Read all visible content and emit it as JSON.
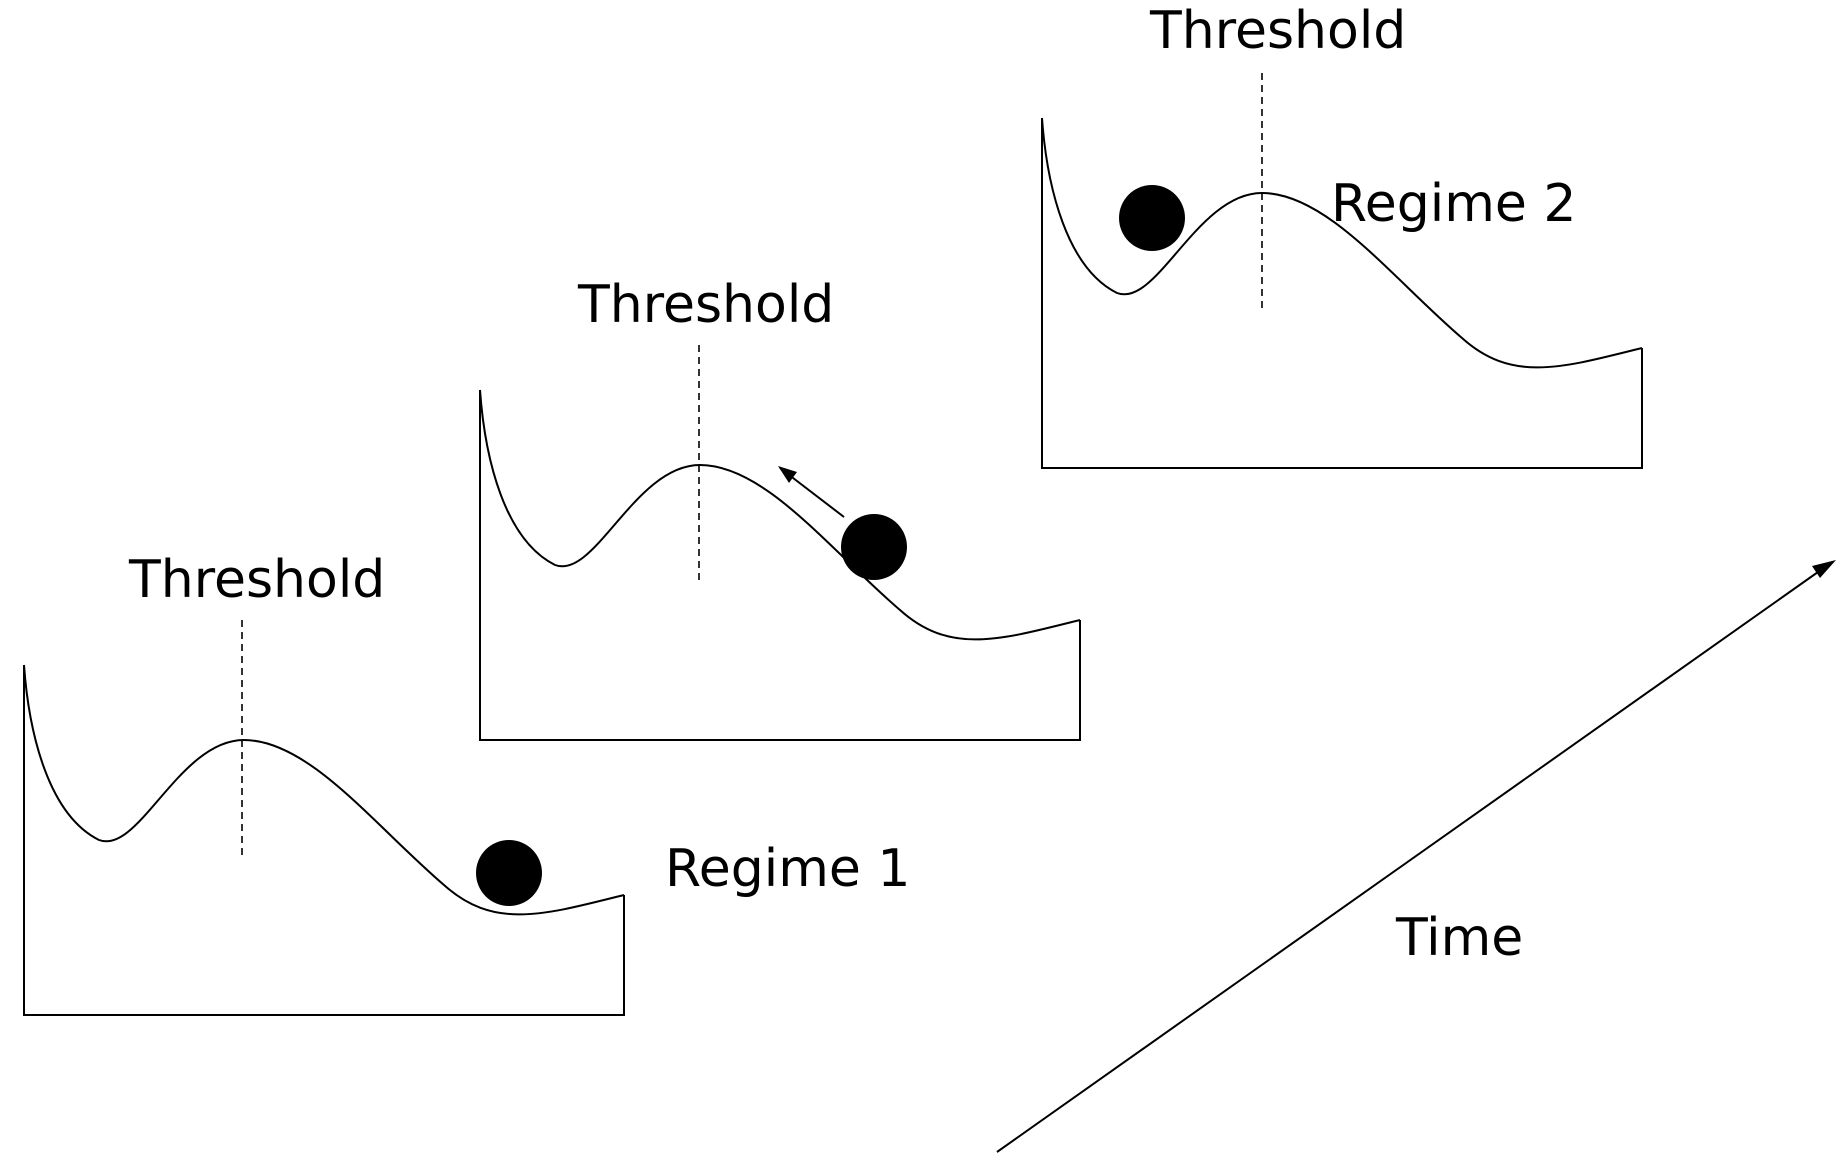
{
  "panels": [
    {
      "threshold_label": "Threshold",
      "regime_label": "Regime 1"
    },
    {
      "threshold_label": "Threshold",
      "regime_label": ""
    },
    {
      "threshold_label": "Threshold",
      "regime_label": "Regime 2"
    }
  ],
  "time_axis": {
    "label": "Time"
  },
  "colors": {
    "ink": "#000000",
    "background": "#ffffff"
  }
}
